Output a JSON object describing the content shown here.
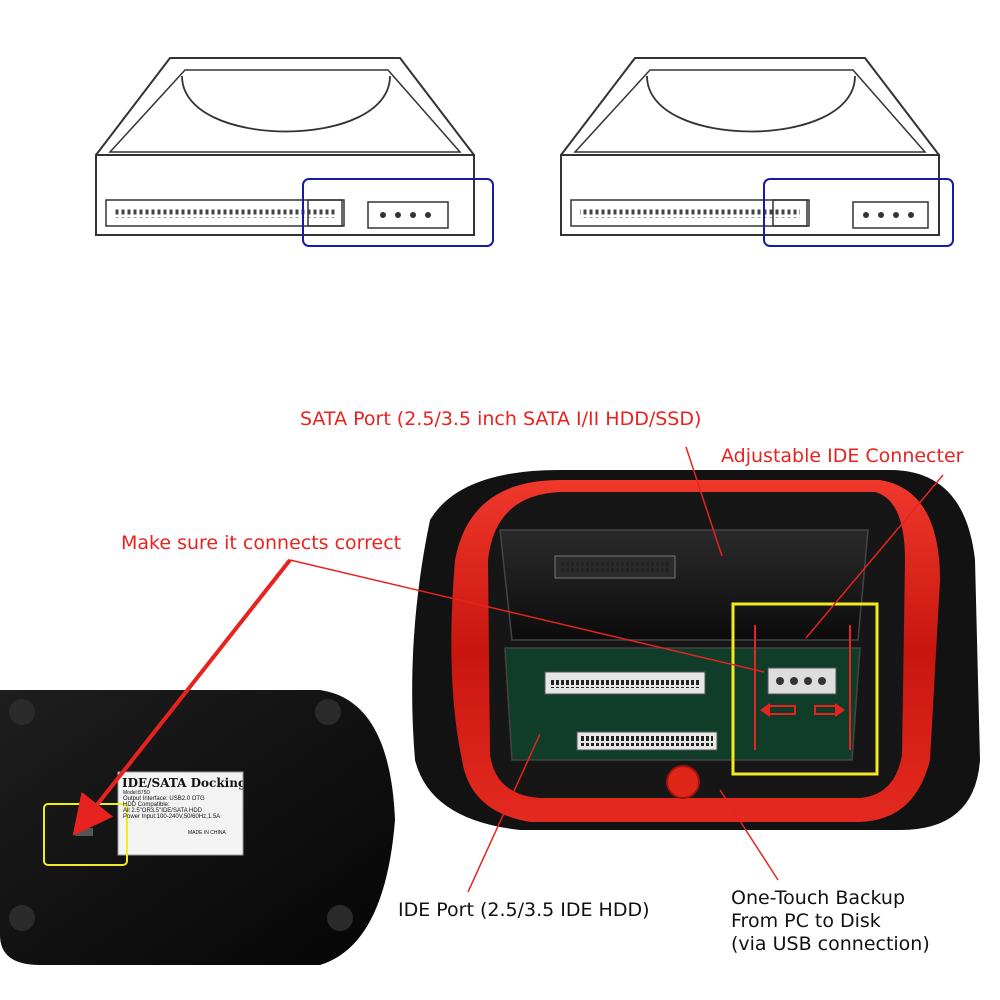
{
  "callouts": {
    "sata_port": "SATA Port (2.5/3.5 inch SATA I/II HDD/SSD)",
    "adjustable_ide": "Adjustable IDE Connecter",
    "make_sure": "Make sure it connects correct",
    "ide_port": "IDE Port (2.5/3.5 IDE HDD)",
    "backup_line1": "One-Touch Backup",
    "backup_line2": "From PC to Disk",
    "backup_line3": "(via USB connection)"
  },
  "device_label": {
    "title": "IDE/SATA Docking",
    "model": "Model:875D",
    "output": "Output Interface: USB2.0 OTG",
    "hdd": "HDD Compatible:",
    "hdd_value": "All 2.5\"OR3.5\"IDE/SATA HDD",
    "power": "Power Input:100-240V,50/60Hz,1.5A",
    "made_in": "MADE IN CHINA"
  },
  "colors": {
    "callout_red": "#e8231f",
    "highlight_blue": "#1a1aa8",
    "highlight_yellow": "#f2ea1e",
    "dock_red": "#d9231c",
    "dock_black": "#141414"
  }
}
